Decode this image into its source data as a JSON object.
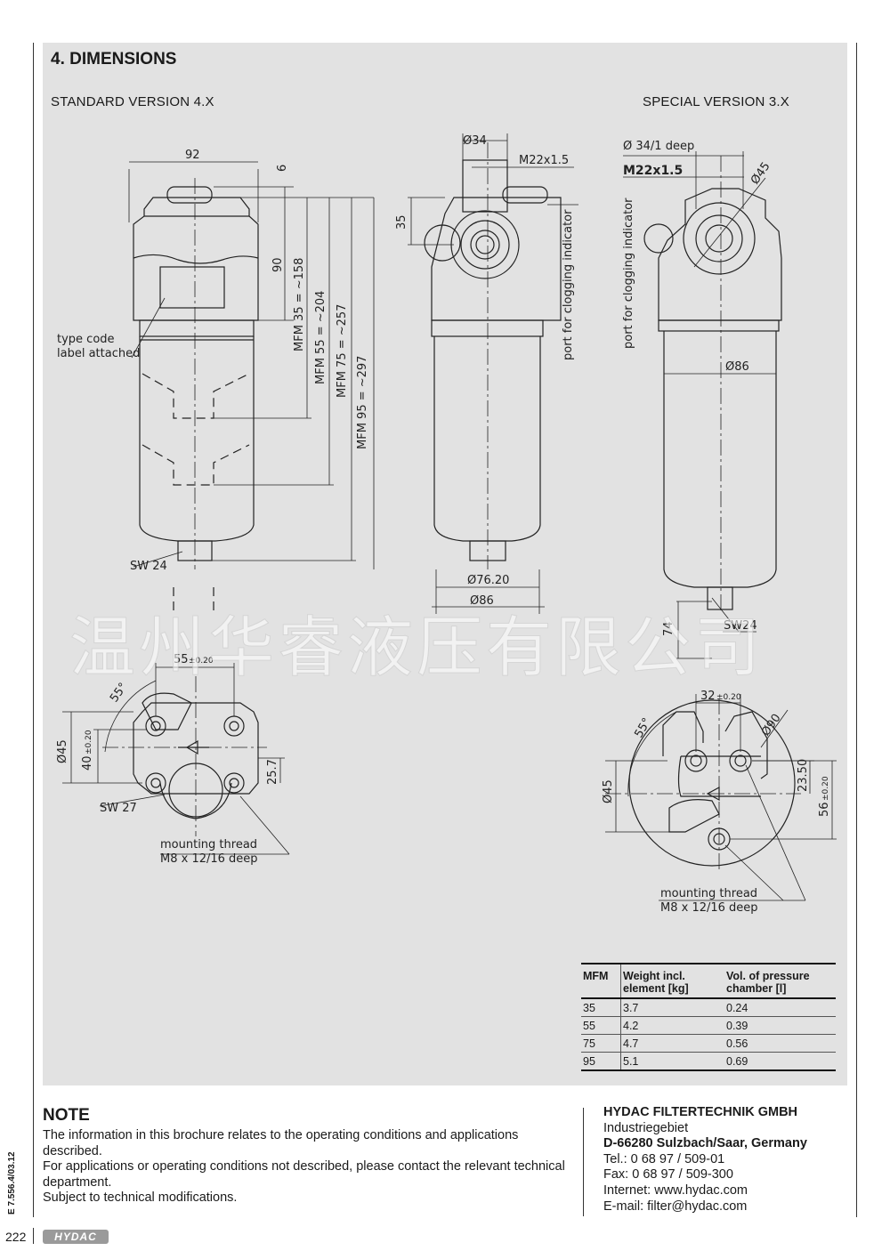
{
  "section_title": "4. DIMENSIONS",
  "standard_version": "STANDARD VERSION 4.X",
  "special_version": "SPECIAL VERSION 3.X",
  "drawing_labels": {
    "dim_92": "92",
    "dim_6": "6",
    "dim_90": "90",
    "mfm35": "MFM 35 = ~158",
    "mfm55": "MFM 55 = ~204",
    "mfm75": "MFM 75 = ~257",
    "mfm95": "MFM 95 = ~297",
    "type_code_1": "type code",
    "type_code_2": "label attached",
    "sw24": "SW 24",
    "dim_34": "Ø34",
    "m22": "M22x1.5",
    "dim_35": "35",
    "port_clog": "port for clogging indicator",
    "d7620": "Ø76.20",
    "d86": "Ø86",
    "s_34deep": "Ø 34/1 deep",
    "s_m22": "M22x1.5",
    "s_d45": "Ø45",
    "s_port": "port for clogging indicator",
    "s_d86": "Ø86",
    "s_74": "74",
    "s_sw24": "SW24",
    "b_55": "55",
    "b_tol020": "±0.20",
    "b_55deg": "55°",
    "b_d45": "Ø45",
    "b_40": "40",
    "b_257": "25.7",
    "b_sw27": "SW 27",
    "b_mount1": "mounting thread",
    "b_mount2": "M8 x 12/16 deep",
    "c_32": "32",
    "c_55deg": "55°",
    "c_d90": "Ø90",
    "c_d45": "Ø45",
    "c_2350": "23.50",
    "c_56": "56",
    "c_mount1": "mounting thread",
    "c_mount2": "M8 x 12/16 deep"
  },
  "table": {
    "headers": [
      "MFM",
      "Weight incl. element [kg]",
      "Vol. of pressure chamber [l]"
    ],
    "rows": [
      [
        "35",
        "3.7",
        "0.24"
      ],
      [
        "55",
        "4.2",
        "0.39"
      ],
      [
        "75",
        "4.7",
        "0.56"
      ],
      [
        "95",
        "5.1",
        "0.69"
      ]
    ]
  },
  "note": {
    "title": "NOTE",
    "line1": "The information in this brochure relates to the operating conditions and applications described.",
    "line2": "For applications or operating conditions not described, please contact the relevant technical department.",
    "line3": "Subject to technical modifications."
  },
  "company": {
    "name": "HYDAC FILTERTECHNIK GMBH",
    "area": "Industriegebiet",
    "city": "D-66280 Sulzbach/Saar, Germany",
    "tel": "Tel.: 0 68 97 / 509-01",
    "fax": "Fax: 0 68 97 / 509-300",
    "internet": "Internet: www.hydac.com",
    "email": "E-mail: filter@hydac.com"
  },
  "footer": {
    "page_number": "222",
    "logo": "HYDAC",
    "doc_code": "E 7.556.4/03.12"
  },
  "watermark": "温州华睿液压有限公司"
}
